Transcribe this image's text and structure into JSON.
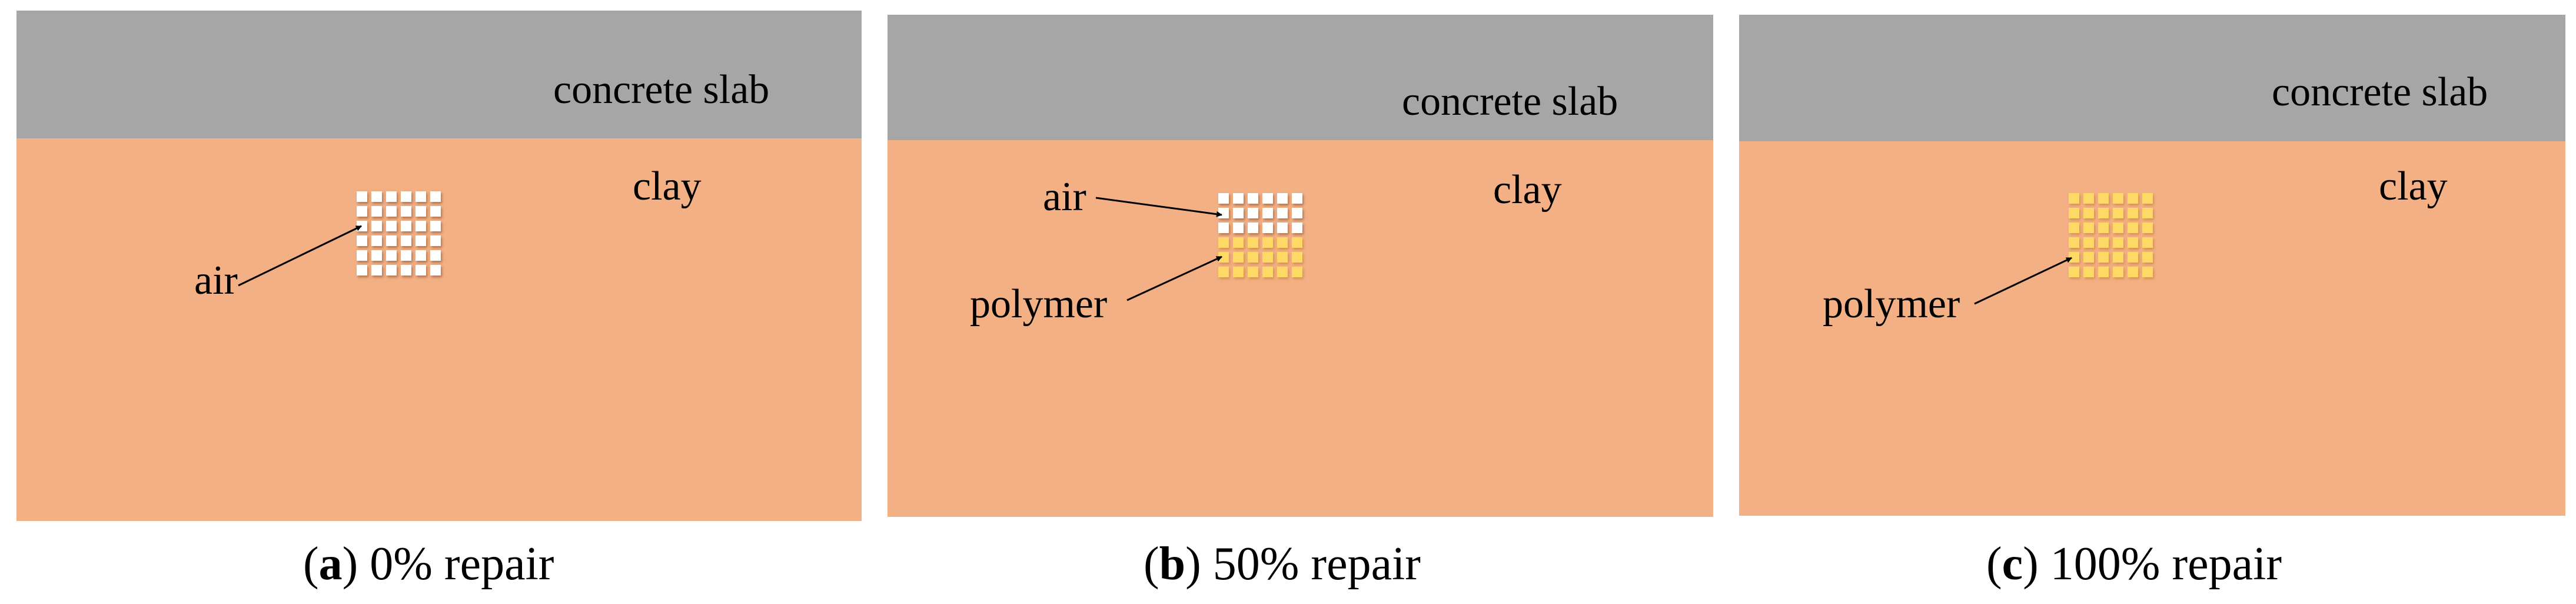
{
  "panels": [
    {
      "slab_label": "concrete slab",
      "clay_label": "clay",
      "air_label": "air",
      "caption_letter": "a",
      "caption_text": " 0% repair",
      "repair_fraction": 0
    },
    {
      "slab_label": "concrete slab",
      "clay_label": "clay",
      "air_label": "air",
      "polymer_label": "polymer",
      "caption_letter": "b",
      "caption_text": " 50% repair",
      "repair_fraction": 0.5
    },
    {
      "slab_label": "concrete slab",
      "clay_label": "clay",
      "polymer_label": "polymer",
      "caption_letter": "c",
      "caption_text": " 100% repair",
      "repair_fraction": 1
    }
  ],
  "colors": {
    "slab": "#a6a6a6",
    "clay": "#f3b084",
    "air": "#ffffff",
    "polymer": "#ffd966"
  }
}
